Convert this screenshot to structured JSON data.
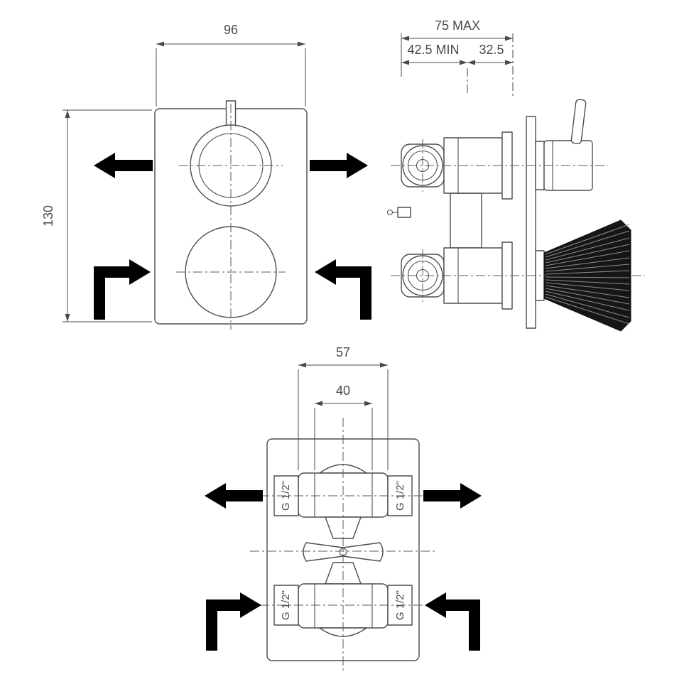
{
  "drawing": {
    "front": {
      "width": "96",
      "height": "130"
    },
    "side": {
      "depth_max": "75 MAX",
      "depth_min": "42.5 MIN",
      "plate_offset": "32.5"
    },
    "bottom": {
      "body_width": "57",
      "center_width": "40",
      "port_top_left": "G 1/2\"",
      "port_top_right": "G 1/2\"",
      "port_bottom_left": "G 1/2\"",
      "port_bottom_right": "G 1/2\""
    },
    "colors": {
      "line": "#4d4d4d",
      "arrow": "#000000",
      "background": "#ffffff",
      "knob": "#161616"
    }
  }
}
